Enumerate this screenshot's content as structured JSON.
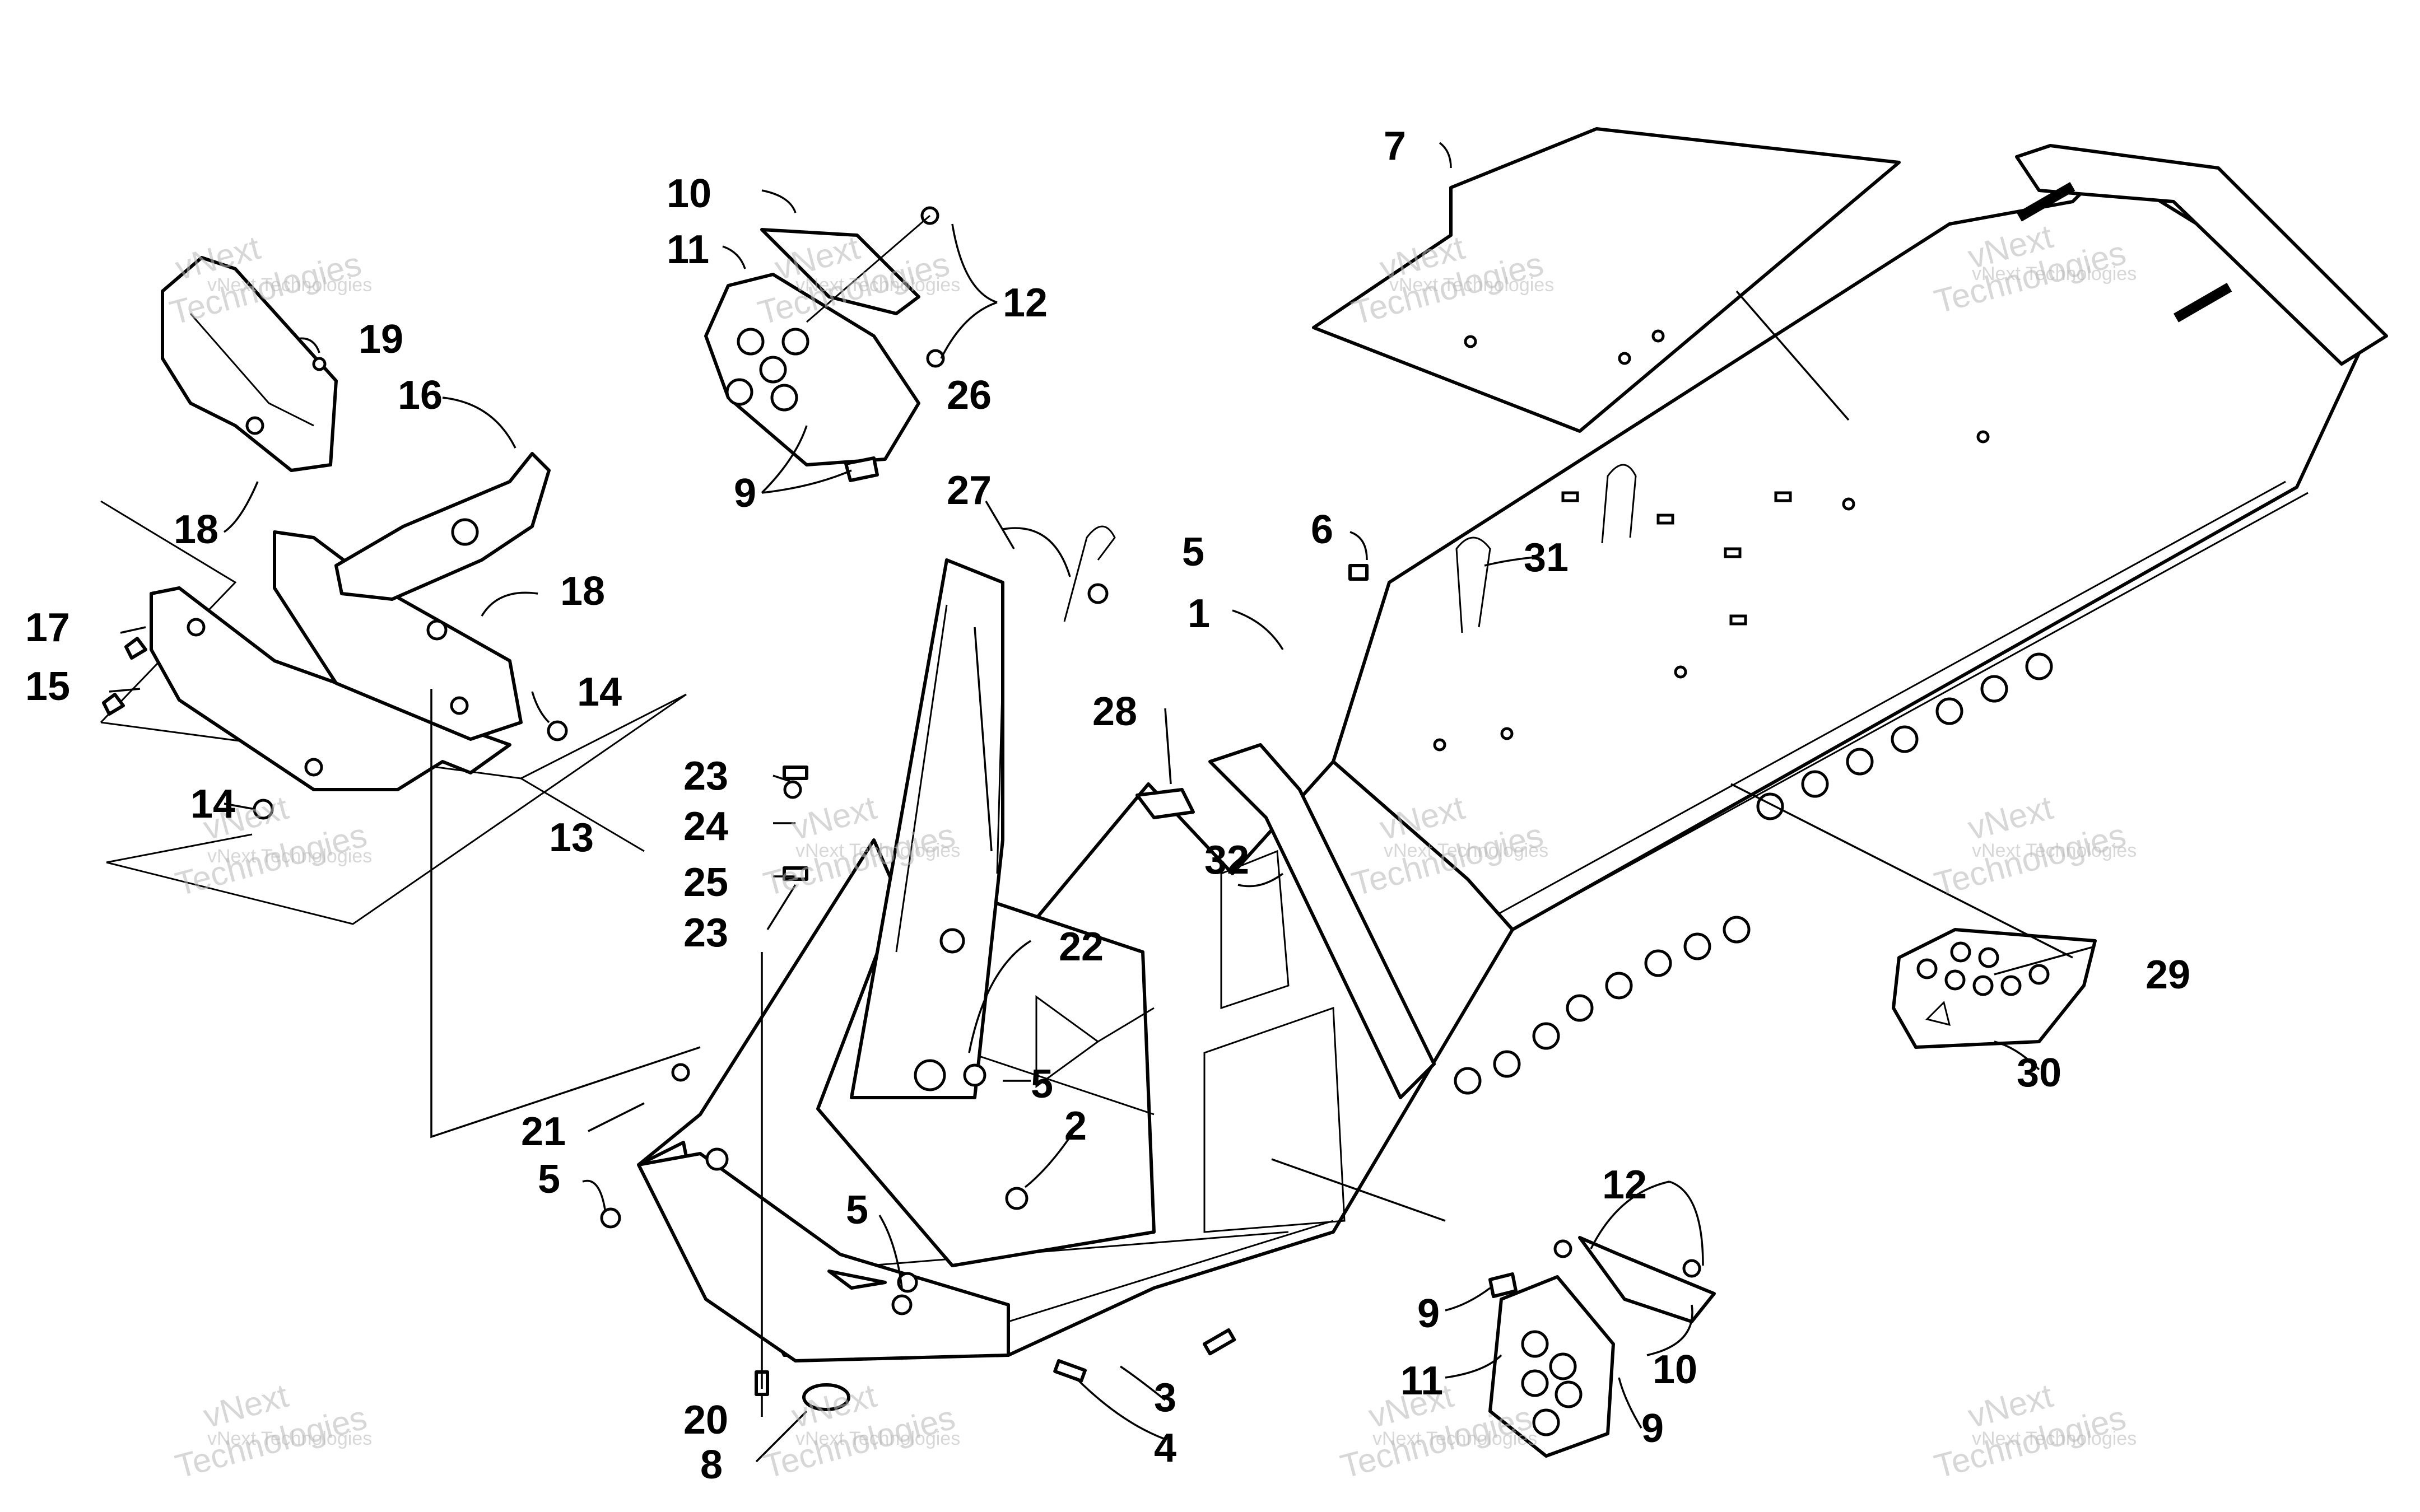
{
  "watermark": {
    "line1": "vNext Technologies",
    "line2": "vNext",
    "line3": "Technologies"
  },
  "callouts": {
    "c1": "1",
    "c2": "2",
    "c3": "3",
    "c4": "4",
    "c5a": "5",
    "c5b": "5",
    "c5c": "5",
    "c5d": "5",
    "c6": "6",
    "c7": "7",
    "c8": "8",
    "c9a": "9",
    "c9b": "9",
    "c9c": "9",
    "c10a": "10",
    "c10b": "10",
    "c11a": "11",
    "c11b": "11",
    "c12a": "12",
    "c12b": "12",
    "c13": "13",
    "c14a": "14",
    "c14b": "14",
    "c15": "15",
    "c16": "16",
    "c17": "17",
    "c18a": "18",
    "c18b": "18",
    "c19": "19",
    "c20": "20",
    "c21": "21",
    "c22": "22",
    "c23a": "23",
    "c23b": "23",
    "c24": "24",
    "c25": "25",
    "c26": "26",
    "c27": "27",
    "c28": "28",
    "c29": "29",
    "c30": "30",
    "c31": "31",
    "c32": "32"
  },
  "colors": {
    "line": "#000000",
    "background": "#ffffff",
    "watermark": "#b8b8b8"
  }
}
